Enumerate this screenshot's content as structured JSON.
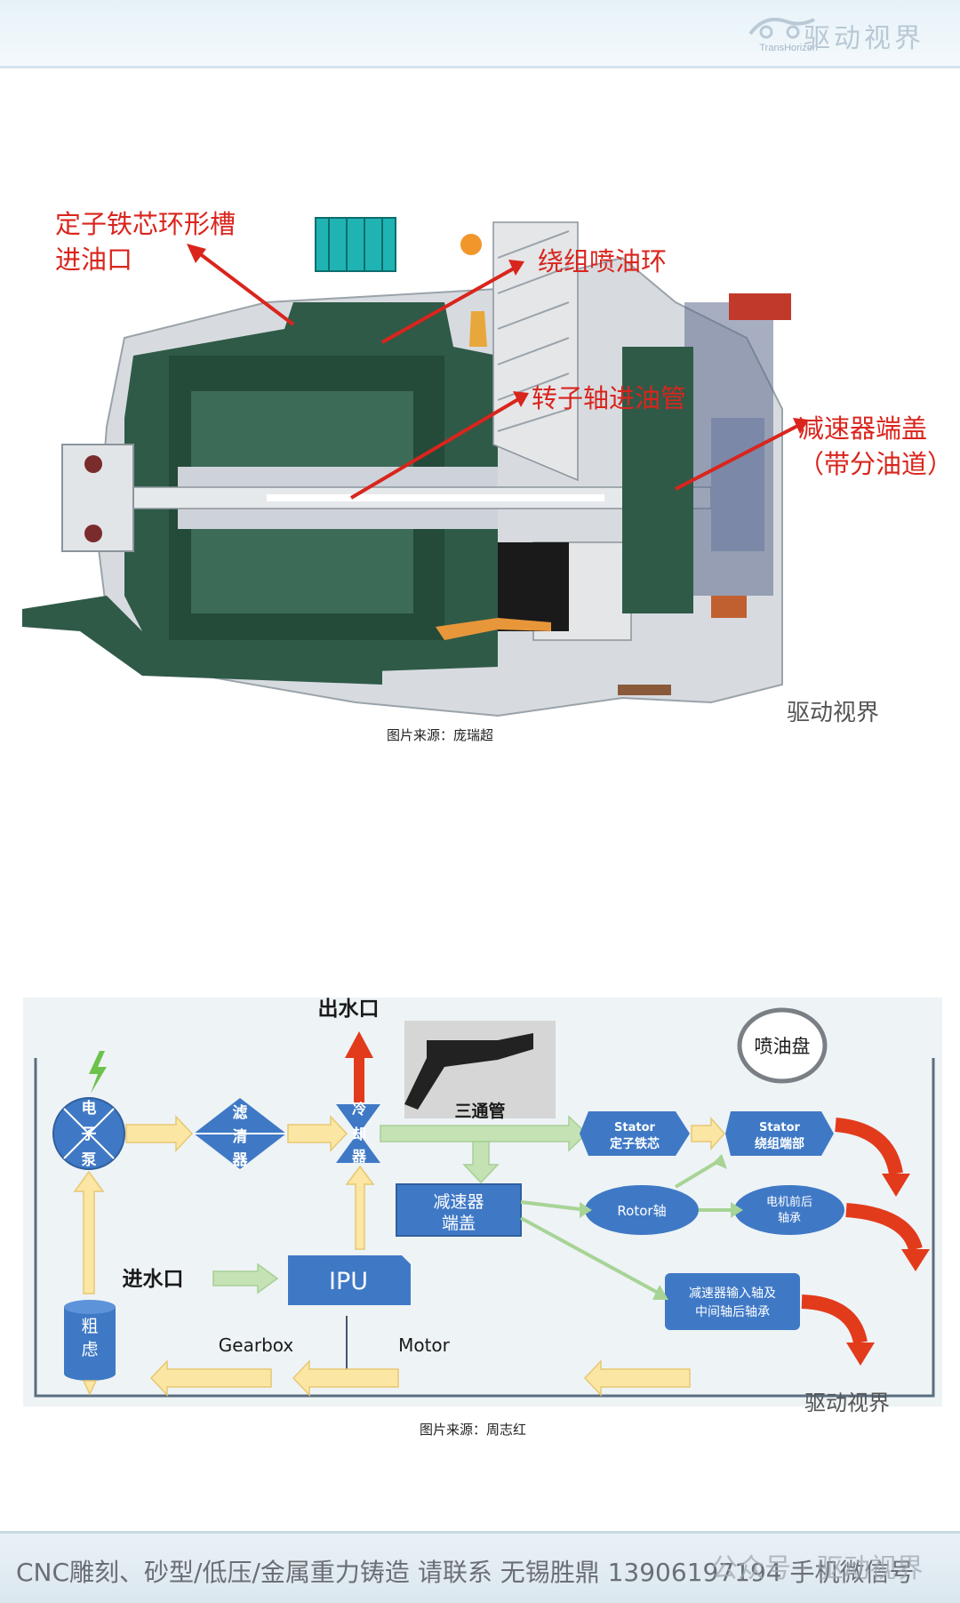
{
  "header": {
    "brand_en": "TransHorizon",
    "brand_cn": "驱动视界"
  },
  "figure1": {
    "annotations": {
      "stator_inlet_line1": "定子铁芯环形槽",
      "stator_inlet_line2": "进油口",
      "winding_ring": "绕组喷油环",
      "rotor_shaft_pipe": "转子轴进油管",
      "reducer_cover_line1": "减速器端盖",
      "reducer_cover_line2": "（带分油道）"
    },
    "caption": "图片来源：庞瑞超",
    "watermark": "驱动视界"
  },
  "figure2": {
    "labels": {
      "water_out": "出水口",
      "tee_pipe": "三通管",
      "spray_disc": "喷油盘",
      "pump_line1": "电",
      "pump_line2": "子",
      "pump_line3": "泵",
      "filter_line1": "滤",
      "filter_line2": "清",
      "filter_line3": "器",
      "cooler_line1": "冷",
      "cooler_line2": "却",
      "cooler_line3": "器",
      "stator_core_line1": "Stator",
      "stator_core_line2": "定子铁芯",
      "stator_winding_line1": "Stator",
      "stator_winding_line2": "绕组端部",
      "reducer_cover_line1": "减速器",
      "reducer_cover_line2": "端盖",
      "rotor_shaft": "Rotor轴",
      "motor_bearing_line1": "电机前后",
      "motor_bearing_line2": "轴承",
      "reducer_bearing_line1": "减速器输入轴及",
      "reducer_bearing_line2": "中间轴后轴承",
      "water_in": "进水口",
      "ipu": "IPU",
      "coarse_filter_line1": "粗",
      "coarse_filter_line2": "虑",
      "gearbox": "Gearbox",
      "motor": "Motor"
    },
    "caption": "图片来源：周志红",
    "watermark": "驱动视界"
  },
  "footer": {
    "text": "CNC雕刻、砂型/低压/金属重力铸造 请联系 无锡胜鼎 13906197194 手机微信号",
    "watermark": "公众号 · 驱动视界"
  },
  "colors": {
    "accent_red": "#d9251d",
    "node_blue": "#3f79c6",
    "arrow_yellow": "#fce6a4",
    "arrow_green": "#c4e2b4",
    "housing_green": "#2f5a47"
  }
}
